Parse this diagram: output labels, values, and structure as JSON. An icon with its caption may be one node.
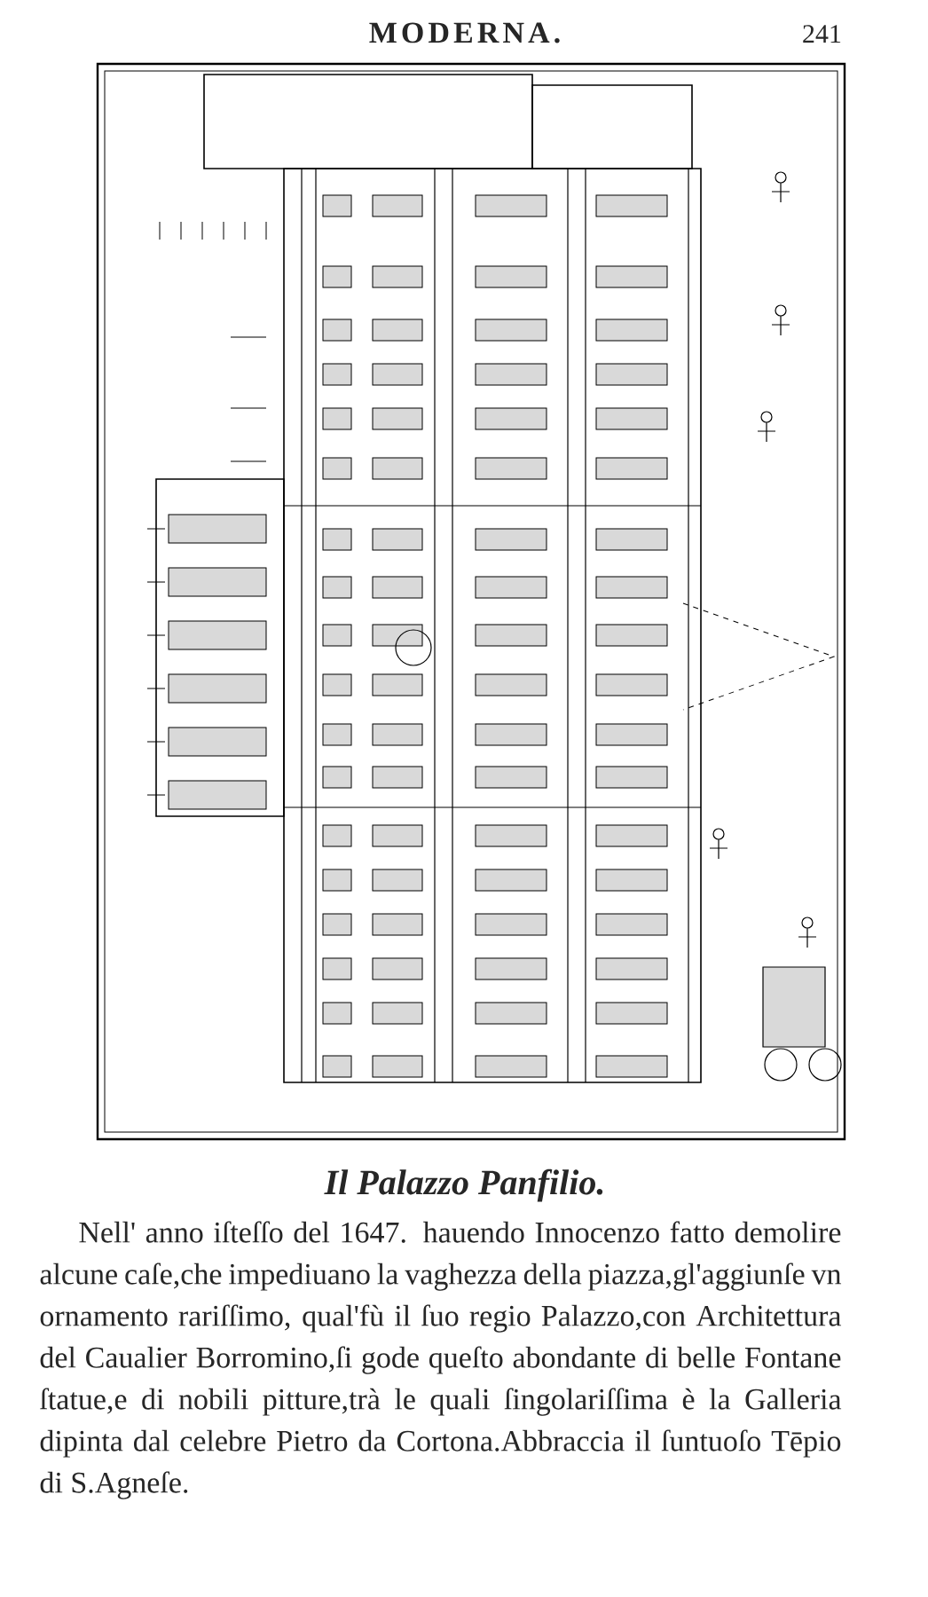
{
  "diagram": {
    "caption": "Il Palazzo Panfilio.",
    "labels": [
      "MODERNA.",
      "241",
      "Nell' anno iſteſſo del 1647. hauendo Innocenzo fatto demolire alcune caſe,che impediuano la vaghezza della piazza,gl'aggiunſe vn ornamento rariſſimo, qual'fù il ſuo regio Palazzo,con Architettura del Caualier Borromino,ſi gode queſto abondante di belle Fontane ſtatue,e di nobili pitture,trà le quali ſingolariſſima è la Galleria dipinta dal celebre Pietro da Cortona.Abbraccia il ſuntuoſo Tēpio di S.Agneſe."
    ]
  }
}
